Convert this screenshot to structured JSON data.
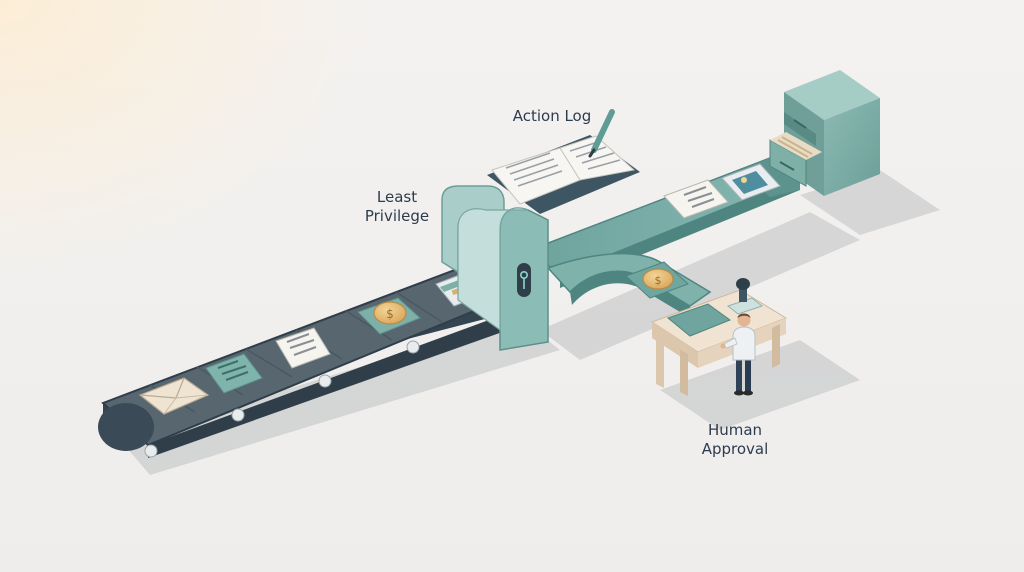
{
  "labels": {
    "action_log": "Action Log",
    "least_privilege": [
      "Least",
      "Privilege"
    ],
    "human_approval": [
      "Human",
      "Approval"
    ]
  },
  "colors": {
    "background": "#f2f0ee",
    "belt_surface": "#55646e",
    "belt_frame": "#3a4a56",
    "track_teal": "#6fa6a0",
    "track_teal_dark": "#4f8580",
    "gate": "#8fbdb8",
    "cabinet": "#7fb0a8",
    "desk": "#e9d9c6",
    "coin": "#e3b870",
    "label_text": "#2c3b4e"
  },
  "items": [
    "envelope-icon",
    "document-icon",
    "document-icon",
    "coin-icon",
    "credit-card-icon",
    "coin-icon",
    "document-icon",
    "image-icon"
  ]
}
